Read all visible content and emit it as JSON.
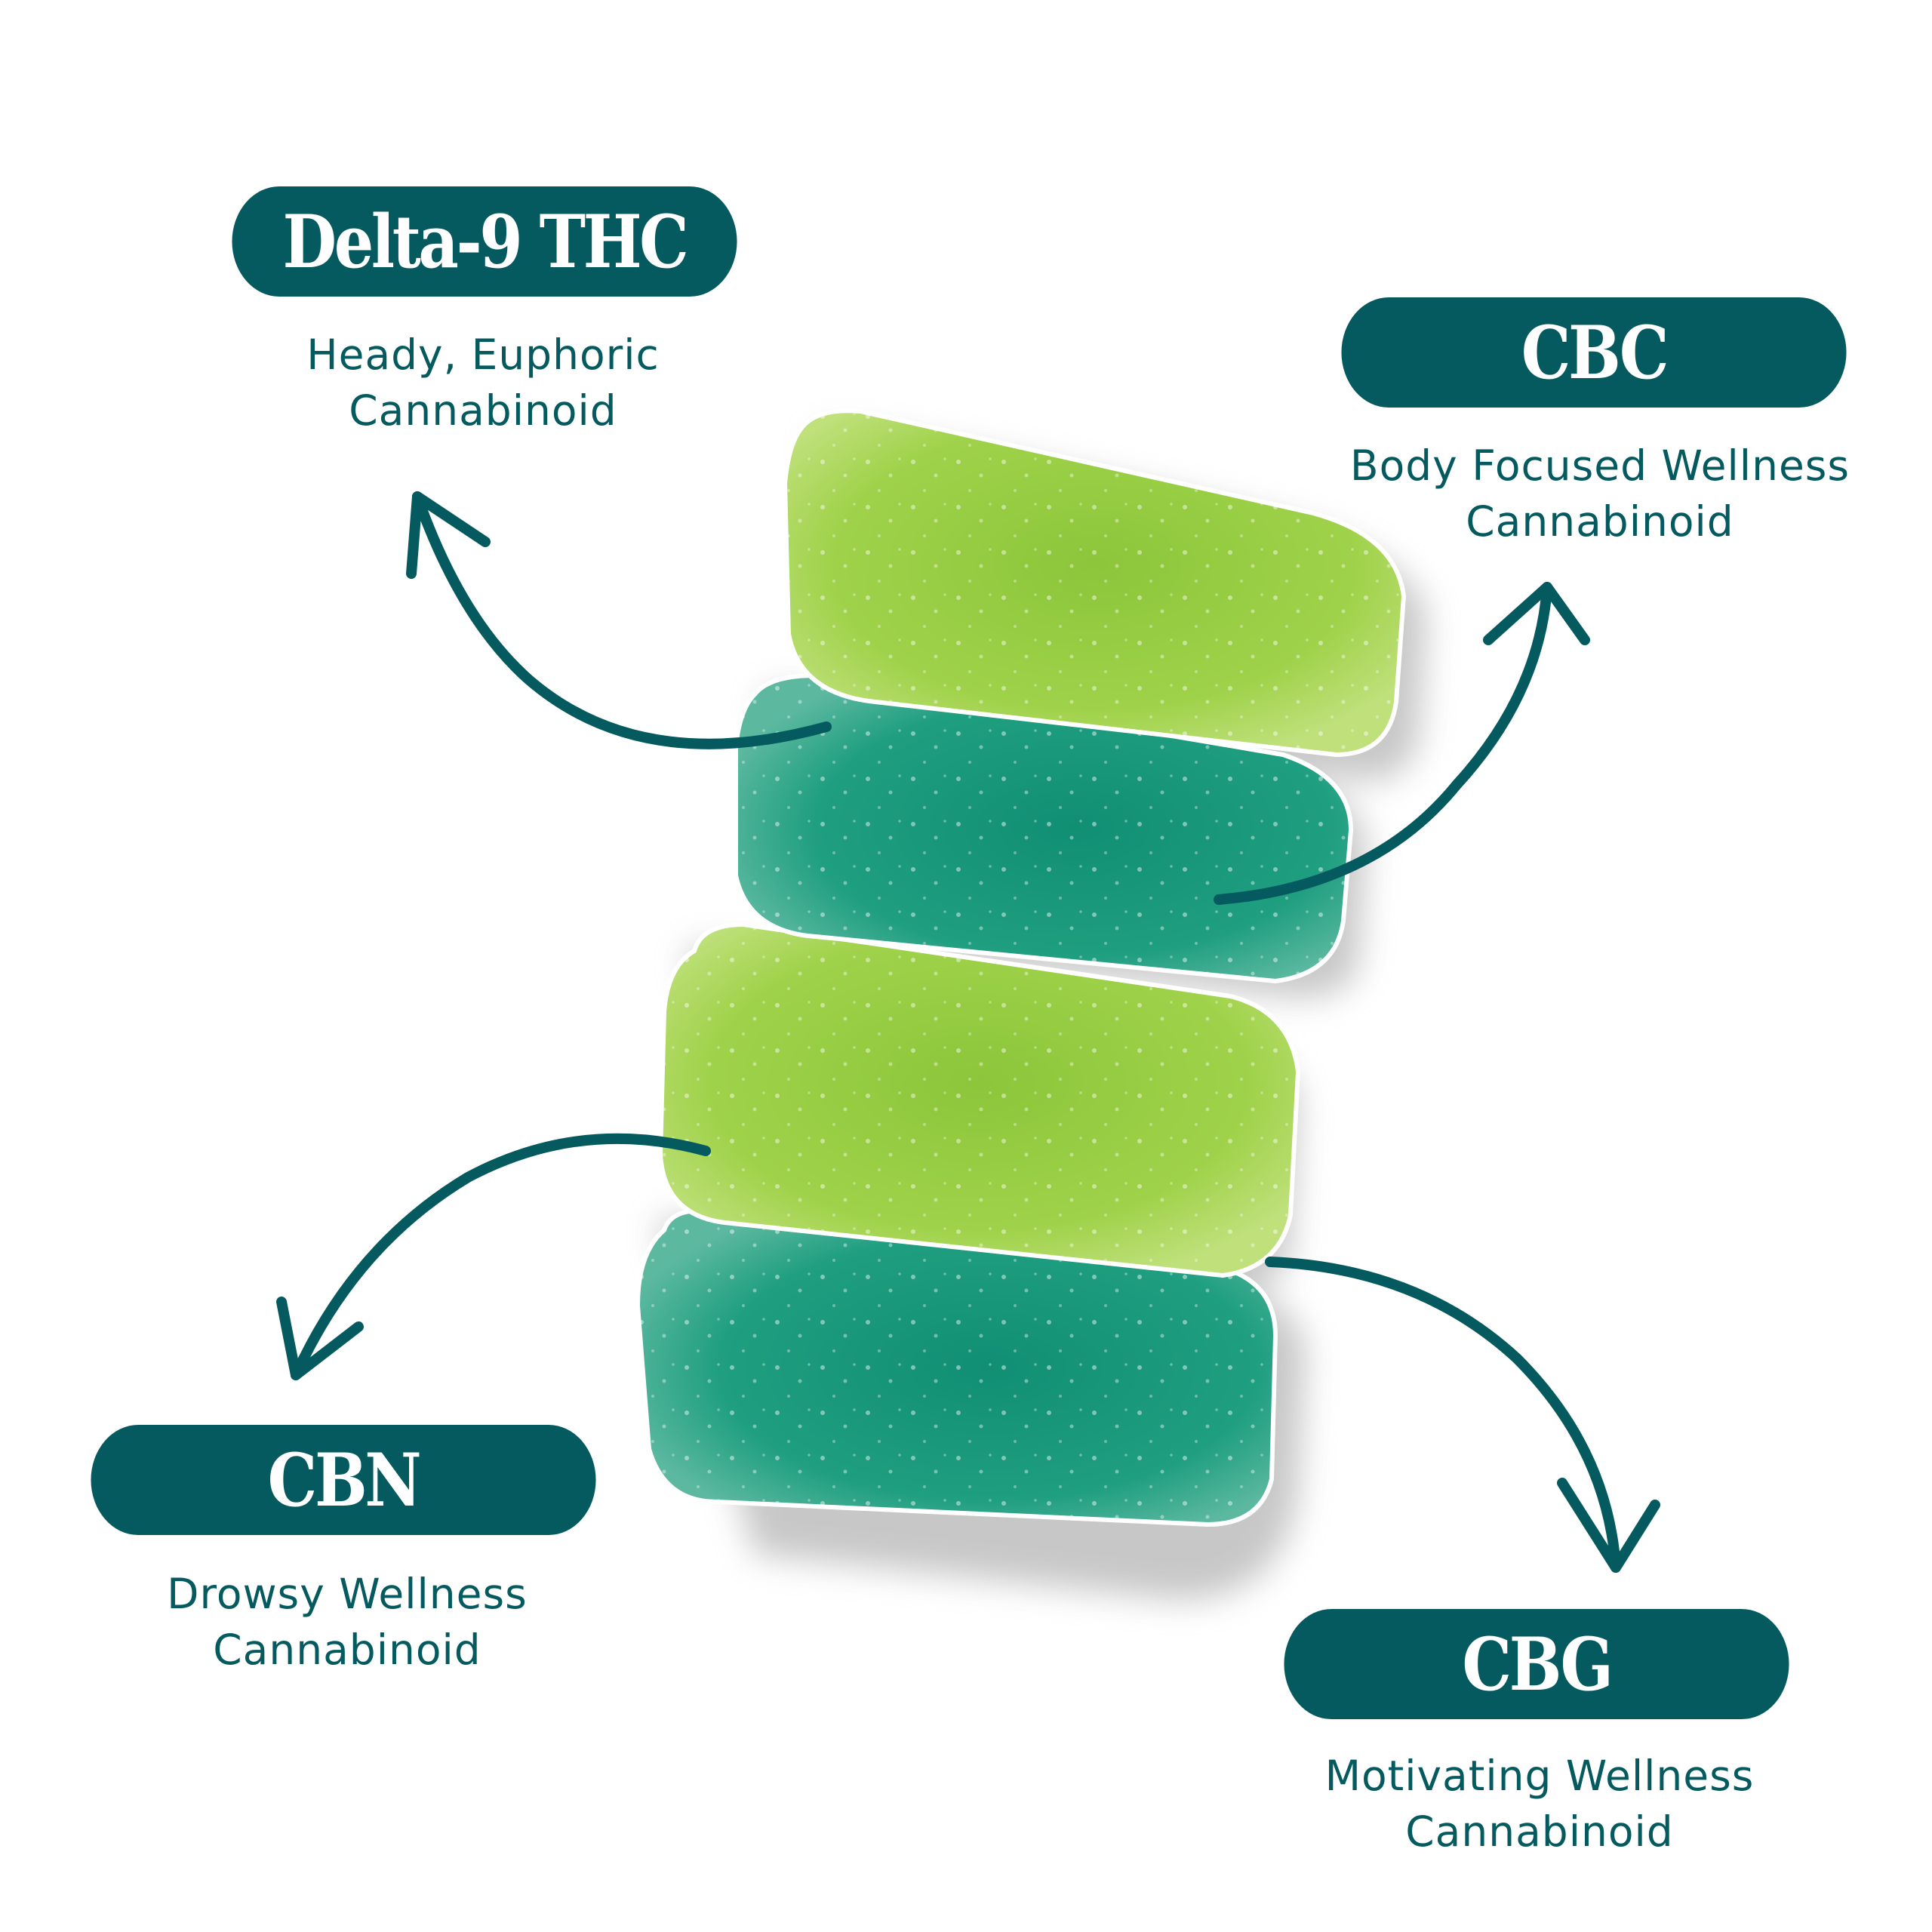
{
  "palette": {
    "pill_bg": "#045a5e",
    "pill_text": "#ffffff",
    "desc_text": "#045a5e",
    "arrow": "#045a5e",
    "gummy_lime": "#9bd13c",
    "gummy_teal": "#1a9a7c",
    "background": "#ffffff"
  },
  "cannabinoids": [
    {
      "id": "delta9",
      "name": "Delta-9 THC",
      "desc_line1": "Heady, Euphoric",
      "desc_line2": "Cannabinoid"
    },
    {
      "id": "cbc",
      "name": "CBC",
      "desc_line1": "Body Focused Wellness",
      "desc_line2": "Cannabinoid"
    },
    {
      "id": "cbn",
      "name": "CBN",
      "desc_line1": "Drowsy Wellness",
      "desc_line2": "Cannabinoid"
    },
    {
      "id": "cbg",
      "name": "CBG",
      "desc_line1": "Motivating Wellness",
      "desc_line2": "Cannabinoid"
    }
  ],
  "product_image": {
    "subject": "stack of four sugar-coated gummies",
    "gummy_colors": [
      "lime",
      "teal",
      "lime",
      "teal"
    ]
  }
}
